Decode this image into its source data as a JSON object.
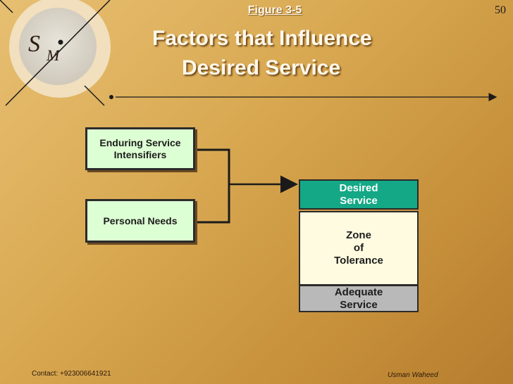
{
  "header": {
    "figure_label": "Figure 3-5",
    "title_line1": "Factors that Influence",
    "title_line2": "Desired Service",
    "page_number": "50"
  },
  "logo": {
    "letter_s": "S",
    "letter_m": "M"
  },
  "diagram": {
    "input_boxes": [
      {
        "label": "Enduring Service\nIntensifiers"
      },
      {
        "label": "Personal Needs"
      }
    ],
    "expectation_stack": {
      "desired": "Desired\nService",
      "zone": "Zone\nof\nTolerance",
      "adequate": "Adequate\nService"
    }
  },
  "footer": {
    "contact": "Contact: +923006641921",
    "author": "Usman Waheed"
  },
  "colors": {
    "desired_bg": "#14a886",
    "zone_bg": "#fffbe0",
    "adequate_bg": "#b9b9b9",
    "input_bg": "#ddffd4"
  }
}
